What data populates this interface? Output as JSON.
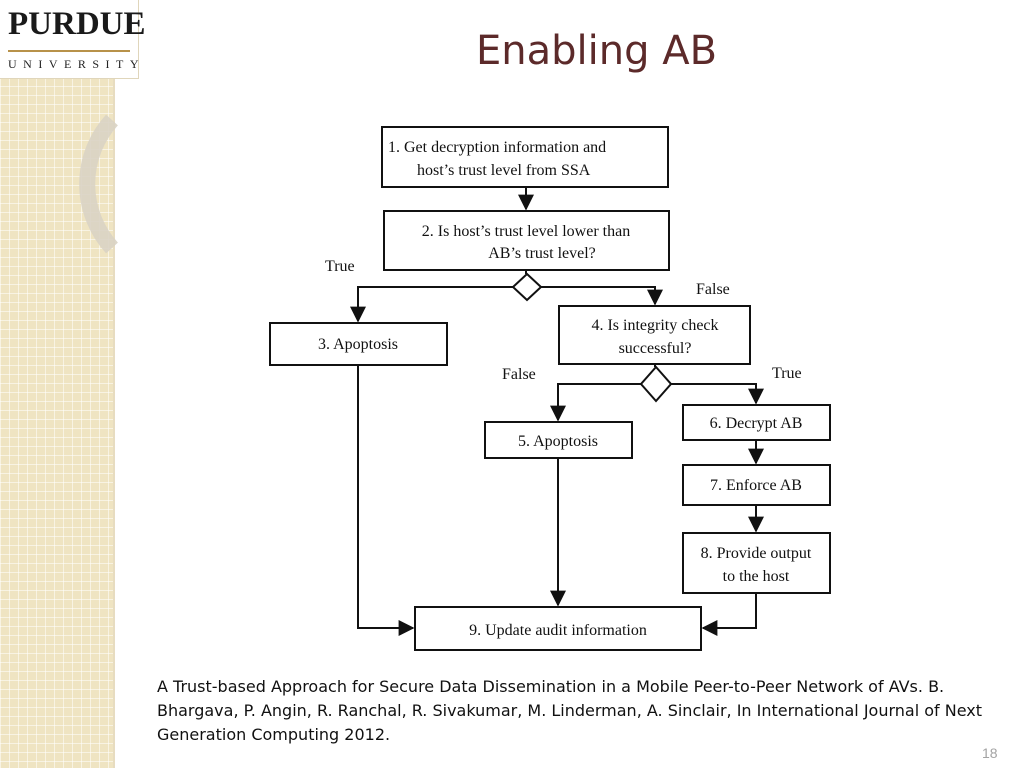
{
  "logo": {
    "wordmark": "PURDUE",
    "subtitle": "UNIVERSITY"
  },
  "slide": {
    "title": "Enabling AB",
    "page_number": "18"
  },
  "flowchart": {
    "nodes": {
      "step1": {
        "line1": "1.   Get decryption information and",
        "line2": "host’s trust level from SSA"
      },
      "step2": {
        "line1": "2. Is host’s trust level lower than",
        "line2": "AB’s trust level?"
      },
      "step3": {
        "text": "3. Apoptosis"
      },
      "step4": {
        "line1": "4. Is integrity check",
        "line2": "successful?"
      },
      "step5": {
        "text": "5. Apoptosis"
      },
      "step6": {
        "text": "6. Decrypt AB"
      },
      "step7": {
        "text": "7. Enforce AB"
      },
      "step8": {
        "line1": "8. Provide output",
        "line2": "to the host"
      },
      "step9": {
        "text": "9. Update audit information"
      }
    },
    "branch_labels": {
      "d1_true": "True",
      "d1_false": "False",
      "d2_false": "False",
      "d2_true": "True"
    }
  },
  "citation": "A Trust-based Approach for Secure Data Dissemination in a Mobile Peer-to-Peer Network of AVs. B. Bhargava, P. Angin, R. Ranchal, R. Sivakumar, M. Linderman, A. Sinclair, In International Journal of Next Generation Computing 2012."
}
